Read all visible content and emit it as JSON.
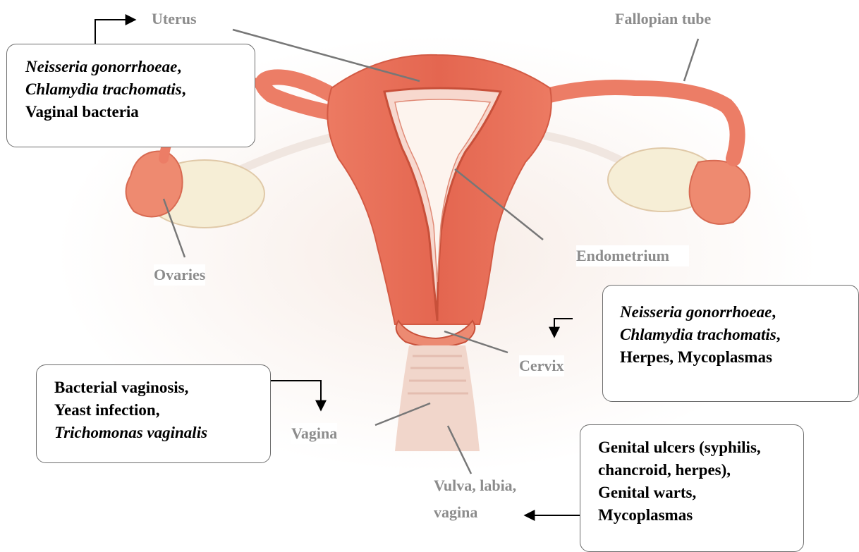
{
  "labels": {
    "uterus": "Uterus",
    "fallopian": "Fallopian tube",
    "endometrium": "Endometrium",
    "ovaries": "Ovaries",
    "cervix": "Cervix",
    "vagina": "Vagina",
    "vulva1": "Vulva, labia,",
    "vulva2": "vagina"
  },
  "boxes": {
    "uterus": {
      "l1a": "Neisseria gonorrhoeae",
      "l1b": ",",
      "l2a": "Chlamydia trachomatis",
      "l2b": ",",
      "l3": "Vaginal bacteria"
    },
    "cervix": {
      "l1a": "Neisseria gonorrhoeae",
      "l1b": ",",
      "l2a": "Chlamydia trachomatis",
      "l2b": ",",
      "l3": "Herpes, Mycoplasmas"
    },
    "vagina": {
      "l1": "Bacterial vaginosis,",
      "l2": "Yeast infection,",
      "l3": "Trichomonas vaginalis"
    },
    "vulva": {
      "l1": "Genital ulcers (syphilis,",
      "l2": "chancroid, herpes),",
      "l3": "Genital warts,",
      "l4": "Mycoplasmas"
    }
  },
  "colors": {
    "tissue": "#e86a55",
    "tissue_light": "#f4a898",
    "ovary": "#f5ecd2",
    "background_glow": "#f6ece4",
    "label_gray": "#8c8c8c"
  }
}
